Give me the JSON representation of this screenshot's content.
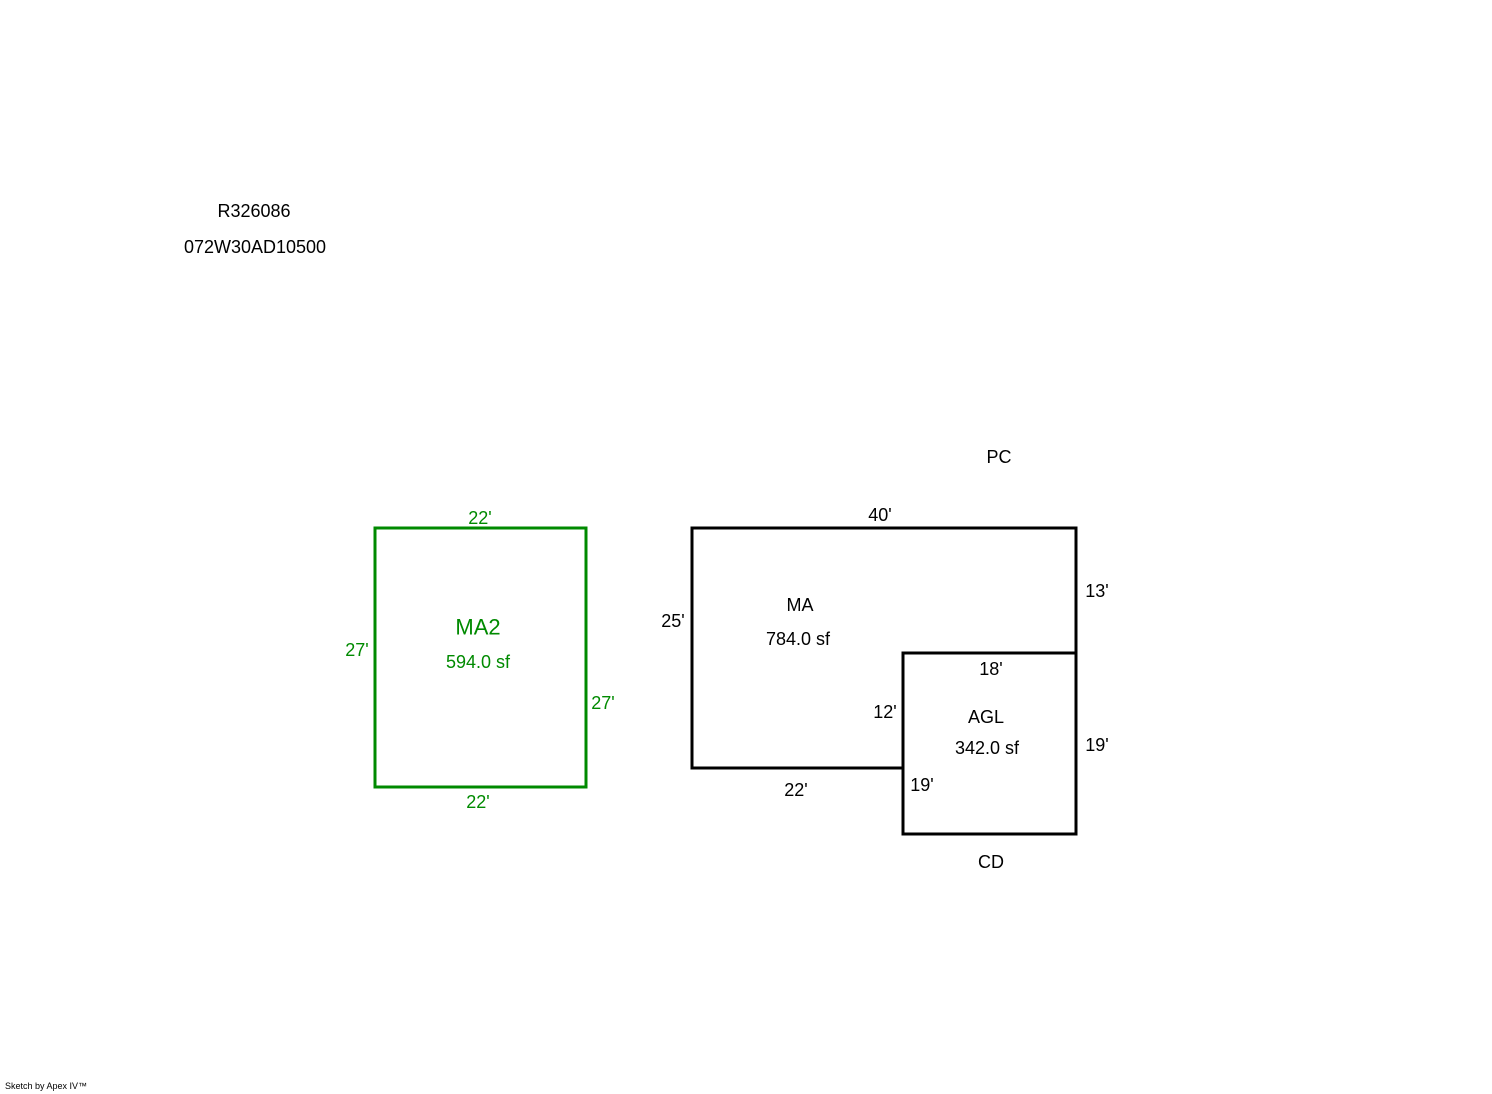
{
  "header": {
    "record_id": "R326086",
    "map_tax_lot": "072W30AD10500"
  },
  "colors": {
    "ma2": "#008a00",
    "default": "#000000"
  },
  "areas": {
    "ma2": {
      "label": "MA2",
      "area": "594.0 sf",
      "top": "22'",
      "bottom": "22'",
      "left": "27'",
      "right": "27'"
    },
    "ma": {
      "label": "MA",
      "area": "784.0 sf",
      "top": "40'",
      "left": "25'",
      "right": "13'",
      "bottom": "22'",
      "inner": "12'"
    },
    "agl": {
      "label": "AGL",
      "area": "342.0 sf",
      "top": "18'",
      "right": "19'",
      "left": "19'"
    }
  },
  "annotations": {
    "pc": "PC",
    "cd": "CD"
  },
  "footer": "Sketch by Apex IV™"
}
